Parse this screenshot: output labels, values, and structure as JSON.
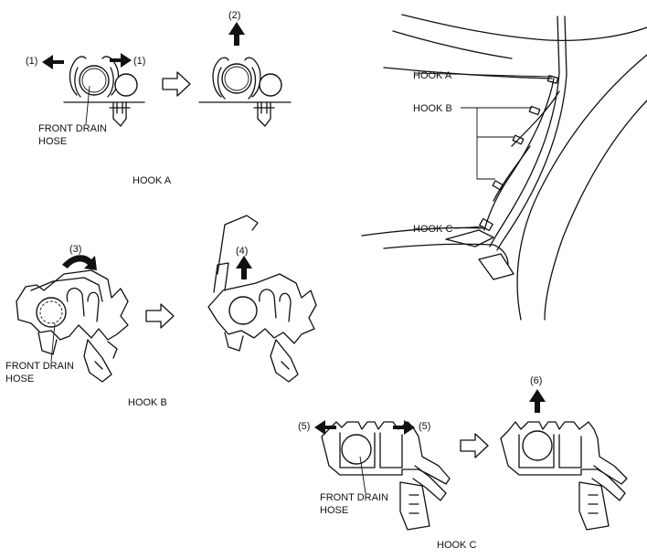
{
  "hook_a": {
    "caption": "HOOK A",
    "step_left": "(1)",
    "step_right": "(1)",
    "step_up": "(2)",
    "hose_label_line1": "FRONT DRAIN",
    "hose_label_line2": "HOSE"
  },
  "hook_b": {
    "caption": "HOOK B",
    "step_rotate": "(3)",
    "step_up": "(4)",
    "hose_label_line1": "FRONT DRAIN",
    "hose_label_line2": "HOSE"
  },
  "hook_c": {
    "caption": "HOOK C",
    "step_left": "(5)",
    "step_right": "(5)",
    "step_up": "(6)",
    "hose_label_line1": "FRONT DRAIN",
    "hose_label_line2": "HOSE"
  },
  "overview": {
    "label_hook_a": "HOOK A",
    "label_hook_b": "HOOK B",
    "label_hook_c": "HOOK C"
  }
}
